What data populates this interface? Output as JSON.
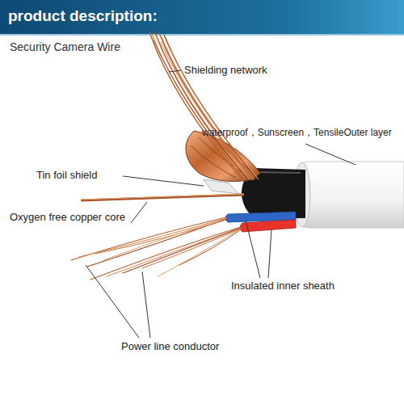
{
  "diagram": {
    "title": "product description:",
    "labels": [
      "Security Camera Wire",
      "Shielding network",
      "waterproof，Sunscreen，TensileOuter layer",
      "Tin foil shield",
      "Oxygen free copper core",
      "Insulated inner sheath",
      "Power line conductor"
    ]
  }
}
